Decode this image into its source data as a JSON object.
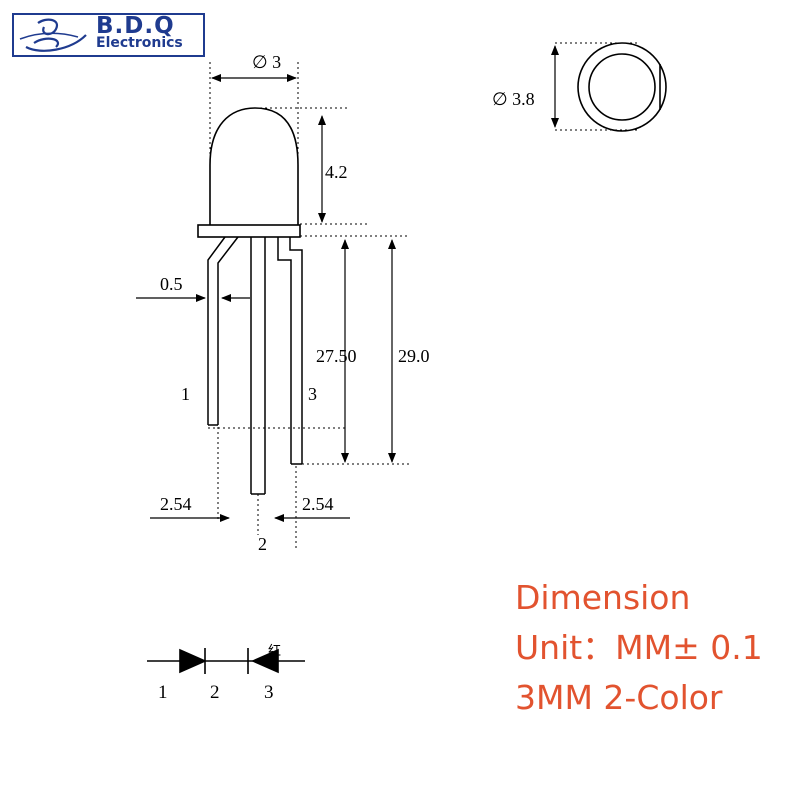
{
  "logo": {
    "title": "B.D.Q",
    "subtitle": "Electronics"
  },
  "dimensions": {
    "lens_diameter": "∅ 3",
    "flange_diameter": "∅ 3.8",
    "dome_height": "4.2",
    "lead_width": "0.5",
    "short_lead_length": "27.50",
    "long_lead_length": "29.0",
    "pitch_left": "2.54",
    "pitch_right": "2.54"
  },
  "pins": {
    "pin1": "1",
    "pin2": "2",
    "pin3": "3"
  },
  "schematic": {
    "pin1": "1",
    "pin2": "2",
    "pin3": "3",
    "color_note": "红"
  },
  "info": {
    "line1": "Dimension",
    "line2": "Unit：MM± 0.1",
    "line3": "3MM 2-Color"
  },
  "colors": {
    "brand": "#1f3b8f",
    "accent": "#e2532f",
    "line": "#000000"
  }
}
